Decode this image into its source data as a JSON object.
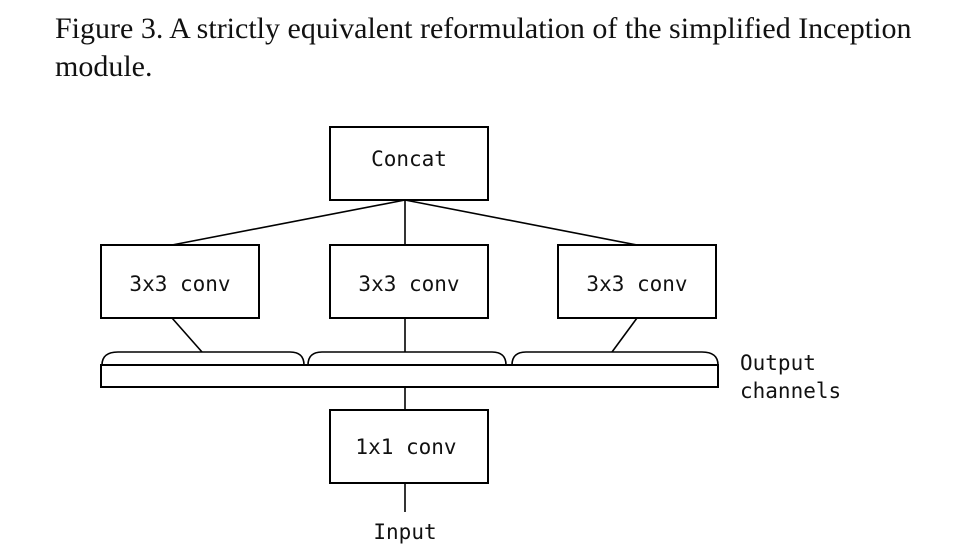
{
  "caption": "Figure 3. A strictly equivalent reformulation of the simplified Inception module.",
  "diagram": {
    "concat_label": "Concat",
    "branches": [
      {
        "label": "3x3 conv"
      },
      {
        "label": "3x3 conv"
      },
      {
        "label": "3x3 conv"
      }
    ],
    "output_channels_label_line1": "Output",
    "output_channels_label_line2": "channels",
    "pointwise_label": "1x1 conv",
    "input_label": "Input"
  }
}
